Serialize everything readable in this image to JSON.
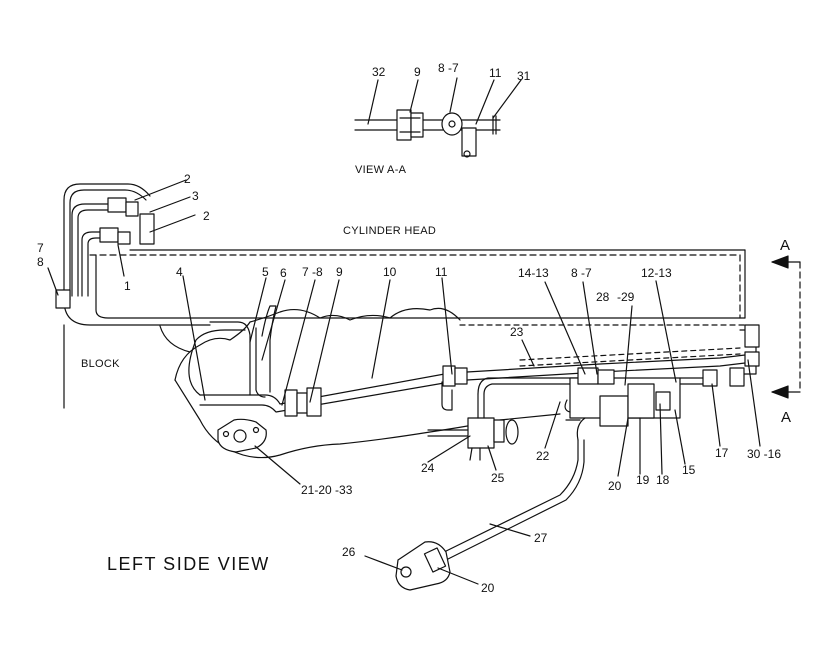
{
  "labels": {
    "view_aa": "VIEW A-A",
    "cylinder_head": "CYLINDER HEAD",
    "block": "BLOCK",
    "left_side_view": "LEFT SIDE VIEW",
    "section_a_top": "A",
    "section_a_bottom": "A"
  },
  "callouts_view_aa": [
    "32",
    "9",
    "8 -7",
    "11",
    "31"
  ],
  "callouts_main": [
    "2",
    "3",
    "2",
    "7",
    "8",
    "1",
    "4",
    "5",
    "6",
    "7 -8",
    "9",
    "10",
    "11",
    "14-13",
    "8 -7",
    "28",
    "-29",
    "12-13",
    "23",
    "22",
    "24",
    "25",
    "20",
    "19",
    "18",
    "15",
    "17",
    "30 -16",
    "21-20 -33",
    "27",
    "26",
    "20"
  ]
}
